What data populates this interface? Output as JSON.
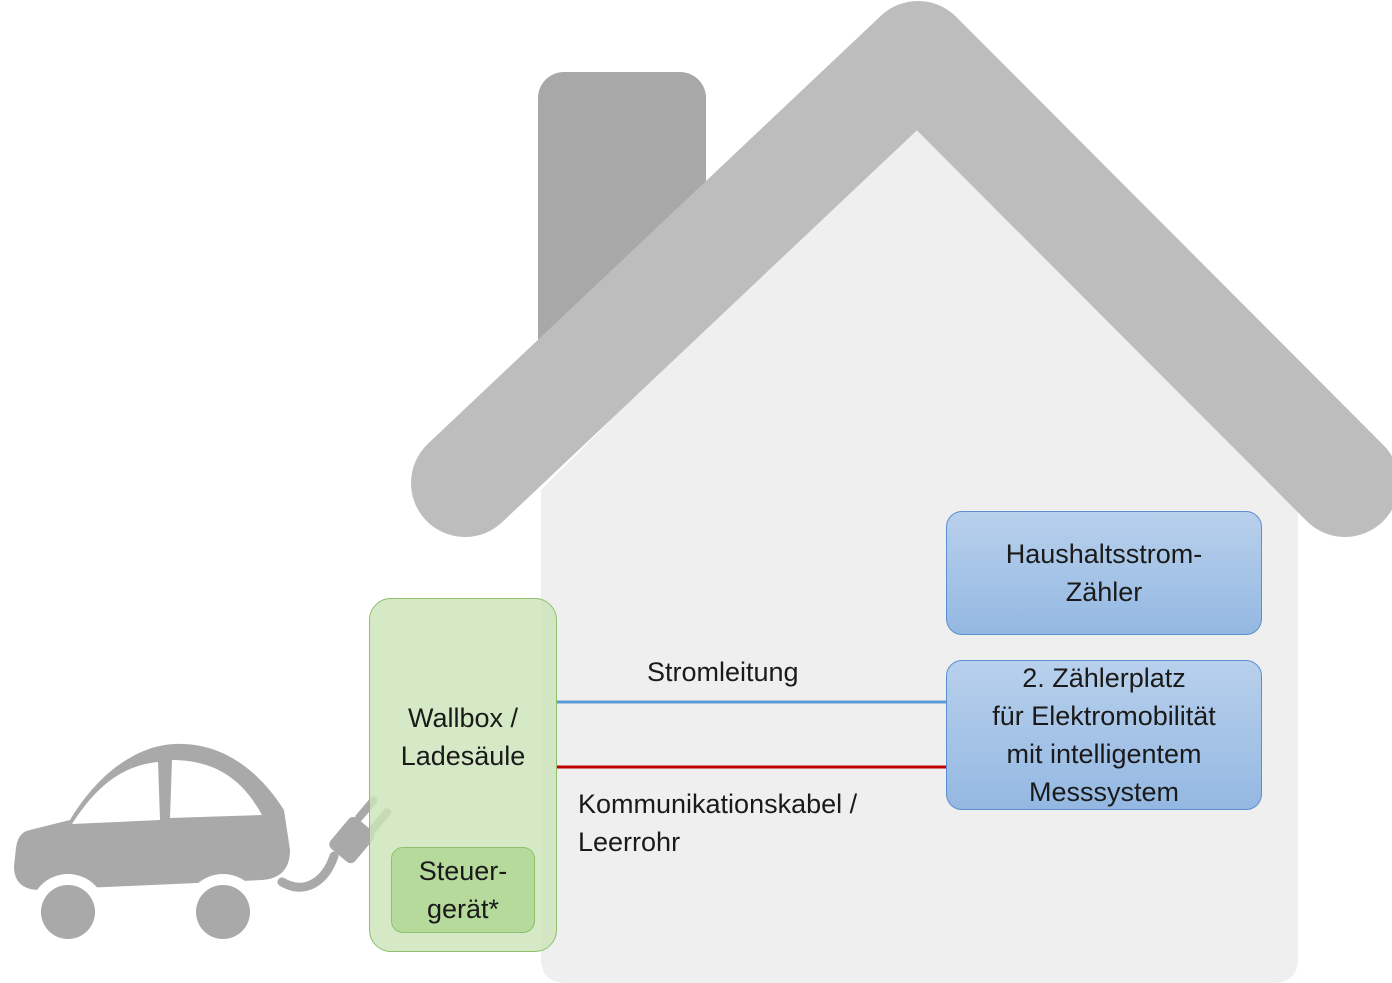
{
  "colors": {
    "house_body": "#efefef",
    "roof": "#bdbdbd",
    "chimney": "#a8a8a8",
    "car": "#a9a9a9",
    "power_line": "#5b9bd5",
    "comm_line": "#c00000"
  },
  "meter_household": {
    "lines": [
      "Haushaltsstrom-",
      "Zähler"
    ]
  },
  "meter_second": {
    "lines": [
      "2. Zählerplatz",
      "für Elektromobilität",
      "mit intelligentem",
      "Messsystem"
    ]
  },
  "wallbox": {
    "lines": [
      "Wallbox /",
      "Ladesäule"
    ]
  },
  "control_unit": {
    "lines": [
      "Steuer-",
      "gerät*"
    ]
  },
  "power_line_label": "Stromleitung",
  "comm_line_label": {
    "lines": [
      "Kommunikationskabel /",
      "Leerrohr"
    ]
  }
}
